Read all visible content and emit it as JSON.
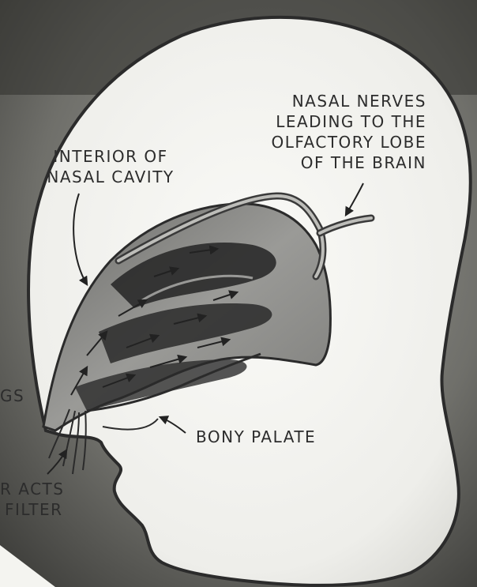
{
  "labels": {
    "nasal_nerves": [
      "NASAL NERVES",
      "LEADING TO THE",
      "OLFACTORY LOBE",
      "OF THE BRAIN"
    ],
    "nasal_cavity": [
      "INTERIOR OF",
      "NASAL CAVITY"
    ],
    "bony_palate": "BONY PALATE",
    "cut_left_edge": "GS",
    "filter": [
      "R ACTS",
      "FILTER"
    ]
  },
  "colors": {
    "backdrop": "#7b7b76",
    "head_fill": "#f2f2ee",
    "outline": "#2b2b2b",
    "cavity_dark": "#2a2a2a",
    "cavity_mid": "#8a8a88",
    "label_text": "#2c2c2c"
  }
}
